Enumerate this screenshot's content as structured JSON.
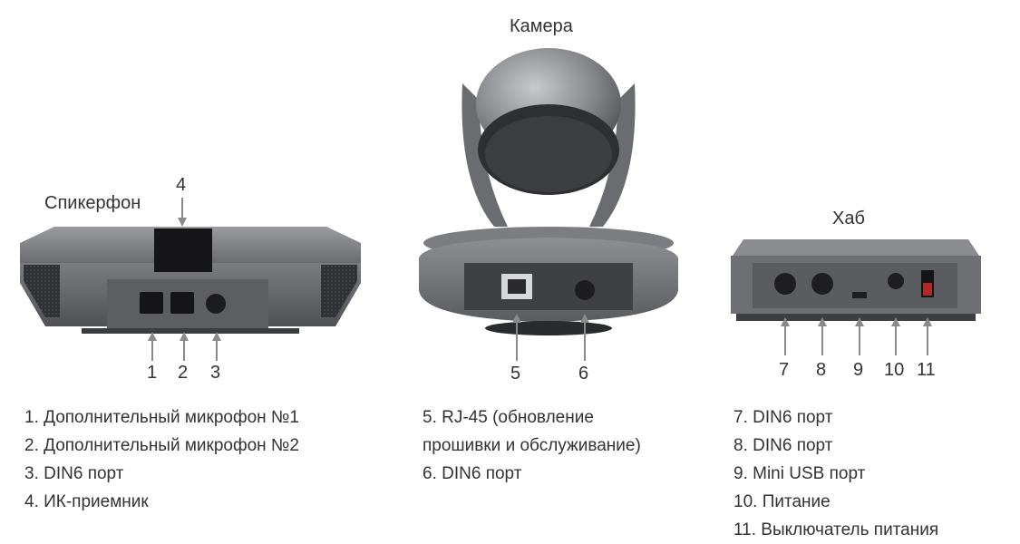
{
  "titles": {
    "speakerphone": "Спикерфон",
    "camera": "Камера",
    "hub": "Хаб"
  },
  "callout_numbers": [
    "1",
    "2",
    "3",
    "4",
    "5",
    "6",
    "7",
    "8",
    "9",
    "10",
    "11"
  ],
  "legend": {
    "speakerphone": [
      "1. Дополнительный микрофон №1",
      "2. Дополнительный микрофон №2",
      "3. DIN6 порт",
      "4. ИК-приемник"
    ],
    "camera": [
      "5. RJ-45 (обновление",
      "прошивки и обслуживание)",
      "6. DIN6 порт"
    ],
    "hub": [
      "7. DIN6 порт",
      "8. DIN6 порт",
      "9. Mini USB порт",
      "10. Питание",
      "11. Выключатель питания"
    ]
  },
  "colors": {
    "body_gray": "#6f7074",
    "dark_panel": "#3d3e41",
    "arrow_gray": "#8a8a8a",
    "text": "#333333"
  }
}
